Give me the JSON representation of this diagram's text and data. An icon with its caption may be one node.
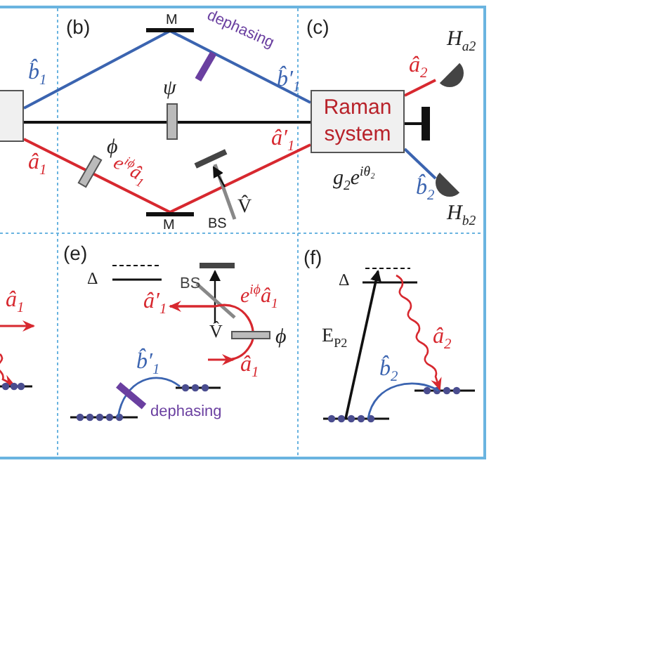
{
  "diagram": {
    "nodes": [
      {
        "text": [],
        "shape": "box"
      },
      {
        "text": [
          "Raman system"
        ]
      },
      {
        "text": [],
        "shape": "detector",
        "beside": [
          "H$_{a2}$"
        ]
      },
      {
        "text": [],
        "shape": "bar"
      },
      {
        "text": [],
        "shape": "detector",
        "beside": [
          "H$_{b2}$"
        ]
      }
    ],
    "edges": [
      {
        "from": 0,
        "to": 1,
        "arrow": "none",
        "color": "#3b64b0"
      },
      {
        "from": 0,
        "to": 1,
        "arrow": "none",
        "color": "#111111"
      },
      {
        "from": 0,
        "to": 1,
        "arrow": "none",
        "color": "#d7282f"
      },
      {
        "from": 1,
        "to": 2,
        "arrow": "none",
        "color": "#d7282f"
      },
      {
        "from": 1,
        "to": 3,
        "arrow": "none",
        "color": "#111111"
      },
      {
        "from": 1,
        "to": 4,
        "arrow": "none",
        "color": "#3b64b0"
      }
    ],
    "labels": [
      "(b)",
      "M",
      "dephasing",
      "(c)",
      "b̂$_{1}$",
      "b̂′$_{1}$",
      "ψ",
      "ϕ",
      "â$_{1}$",
      "e$^{iϕ}$â$_{1}$",
      "â′$_{1}$",
      "V̂",
      "M",
      "BS",
      "â$_{2}$",
      "g$_{2}$e$^{iθ₂}$",
      "b̂$_{2}$",
      "(e)",
      "Δ",
      "BS",
      "â$_{1}$",
      "â′$_{1}$",
      "e$^{iϕ}$â$_{1}$",
      "V̂",
      "ϕ",
      "b̂′$_{1}$",
      "â$_{1}$",
      "dephasing",
      "(f)",
      "Δ",
      "E$_{P2}$",
      "â$_{2}$",
      "b̂$_{2}$"
    ]
  }
}
